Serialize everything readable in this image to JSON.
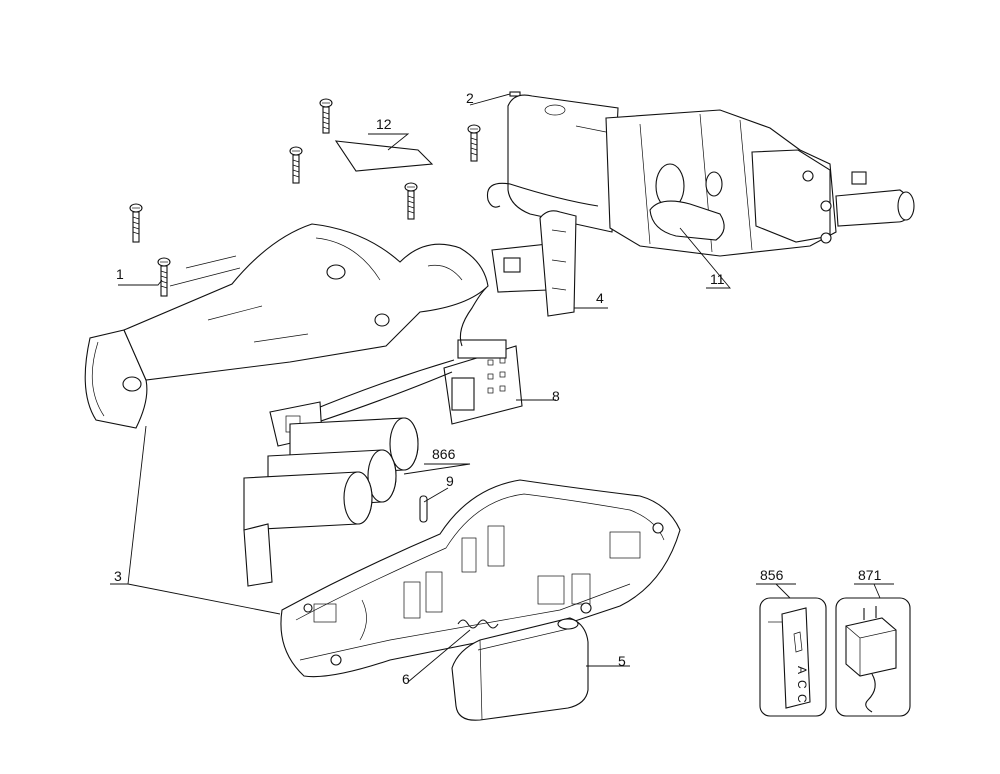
{
  "diagram": {
    "callouts": {
      "c1": "1",
      "c2": "2",
      "c3": "3",
      "c4": "4",
      "c5": "5",
      "c6": "6",
      "c8": "8",
      "c9": "9",
      "c11": "11",
      "c12": "12",
      "c856": "856",
      "c866": "866",
      "c871": "871"
    },
    "inset_856": {
      "label_letters": [
        "A",
        "C",
        "C"
      ]
    }
  }
}
